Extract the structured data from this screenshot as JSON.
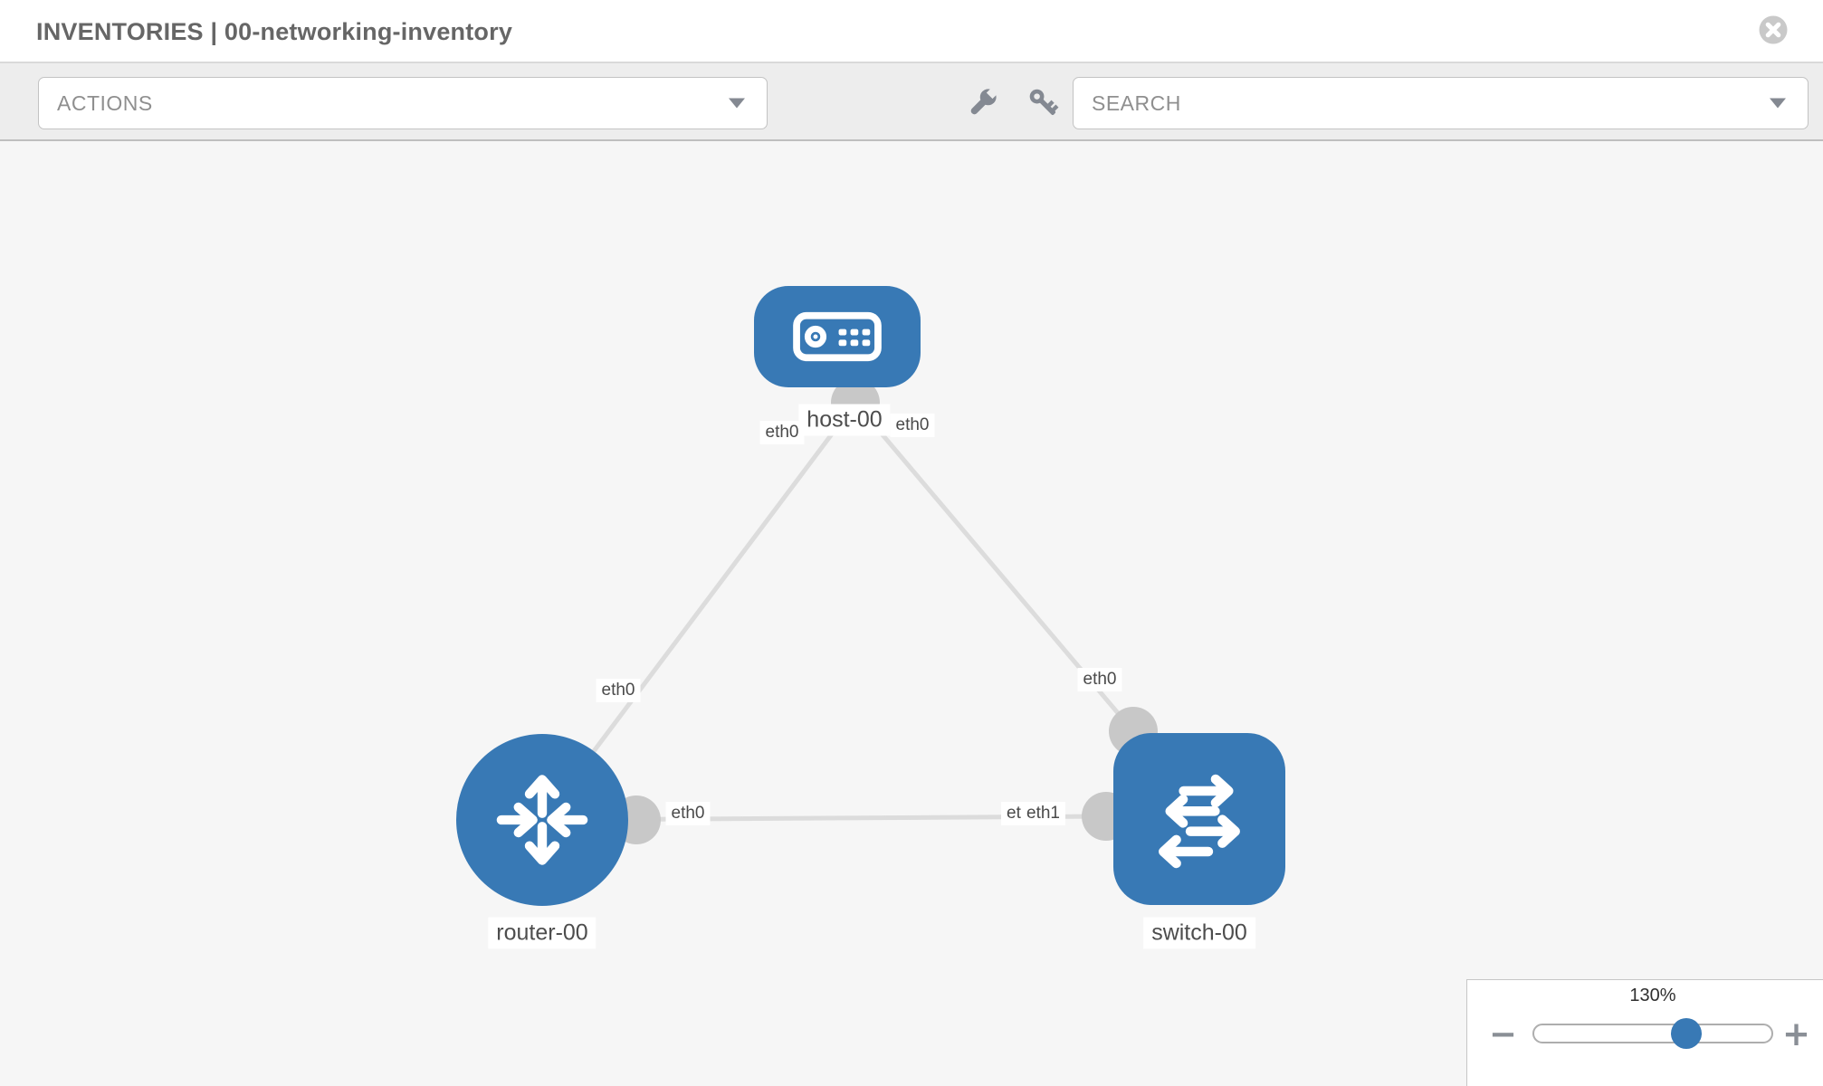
{
  "header": {
    "title": "INVENTORIES | 00-networking-inventory"
  },
  "toolbar": {
    "actions": {
      "label": "ACTIONS"
    },
    "search": {
      "label": "SEARCH"
    },
    "tools": [
      {
        "icon": "wrench-icon"
      },
      {
        "icon": "key-icon"
      }
    ]
  },
  "canvas": {
    "nodes": [
      {
        "id": "host-00",
        "type": "host",
        "label": "host-00"
      },
      {
        "id": "router-00",
        "type": "router",
        "label": "router-00"
      },
      {
        "id": "switch-00",
        "type": "switch",
        "label": "switch-00"
      }
    ],
    "links": [
      {
        "from": "host-00",
        "to": "router-00",
        "from_interface": "eth0",
        "to_interface": "eth0"
      },
      {
        "from": "host-00",
        "to": "switch-00",
        "from_interface": "eth0",
        "to_interface": "eth0"
      },
      {
        "from": "router-00",
        "to": "switch-00",
        "from_interface": "eth0",
        "to_interface_back": "eth0",
        "to_interface_front": "eth1"
      }
    ]
  },
  "zoom": {
    "level": "130%",
    "minus": "−",
    "plus": "+"
  },
  "icons": {
    "close": "circle-x-icon",
    "actions_caret": "chevron-down-icon",
    "search_caret": "chevron-down-icon",
    "host": "host-device-icon",
    "router": "router-arrows-icon",
    "switch": "switch-arrows-icon"
  },
  "colors": {
    "node_blue": "#3879b5",
    "connector_gray": "#c8c8c8",
    "link_gray": "#dcdcdc",
    "toolbar_bg": "#ededed",
    "canvas_bg": "#f6f6f6",
    "icon_gray": "#848992",
    "label_text": "#4d4d4d",
    "slider_thumb_blue": "#3879b5"
  }
}
